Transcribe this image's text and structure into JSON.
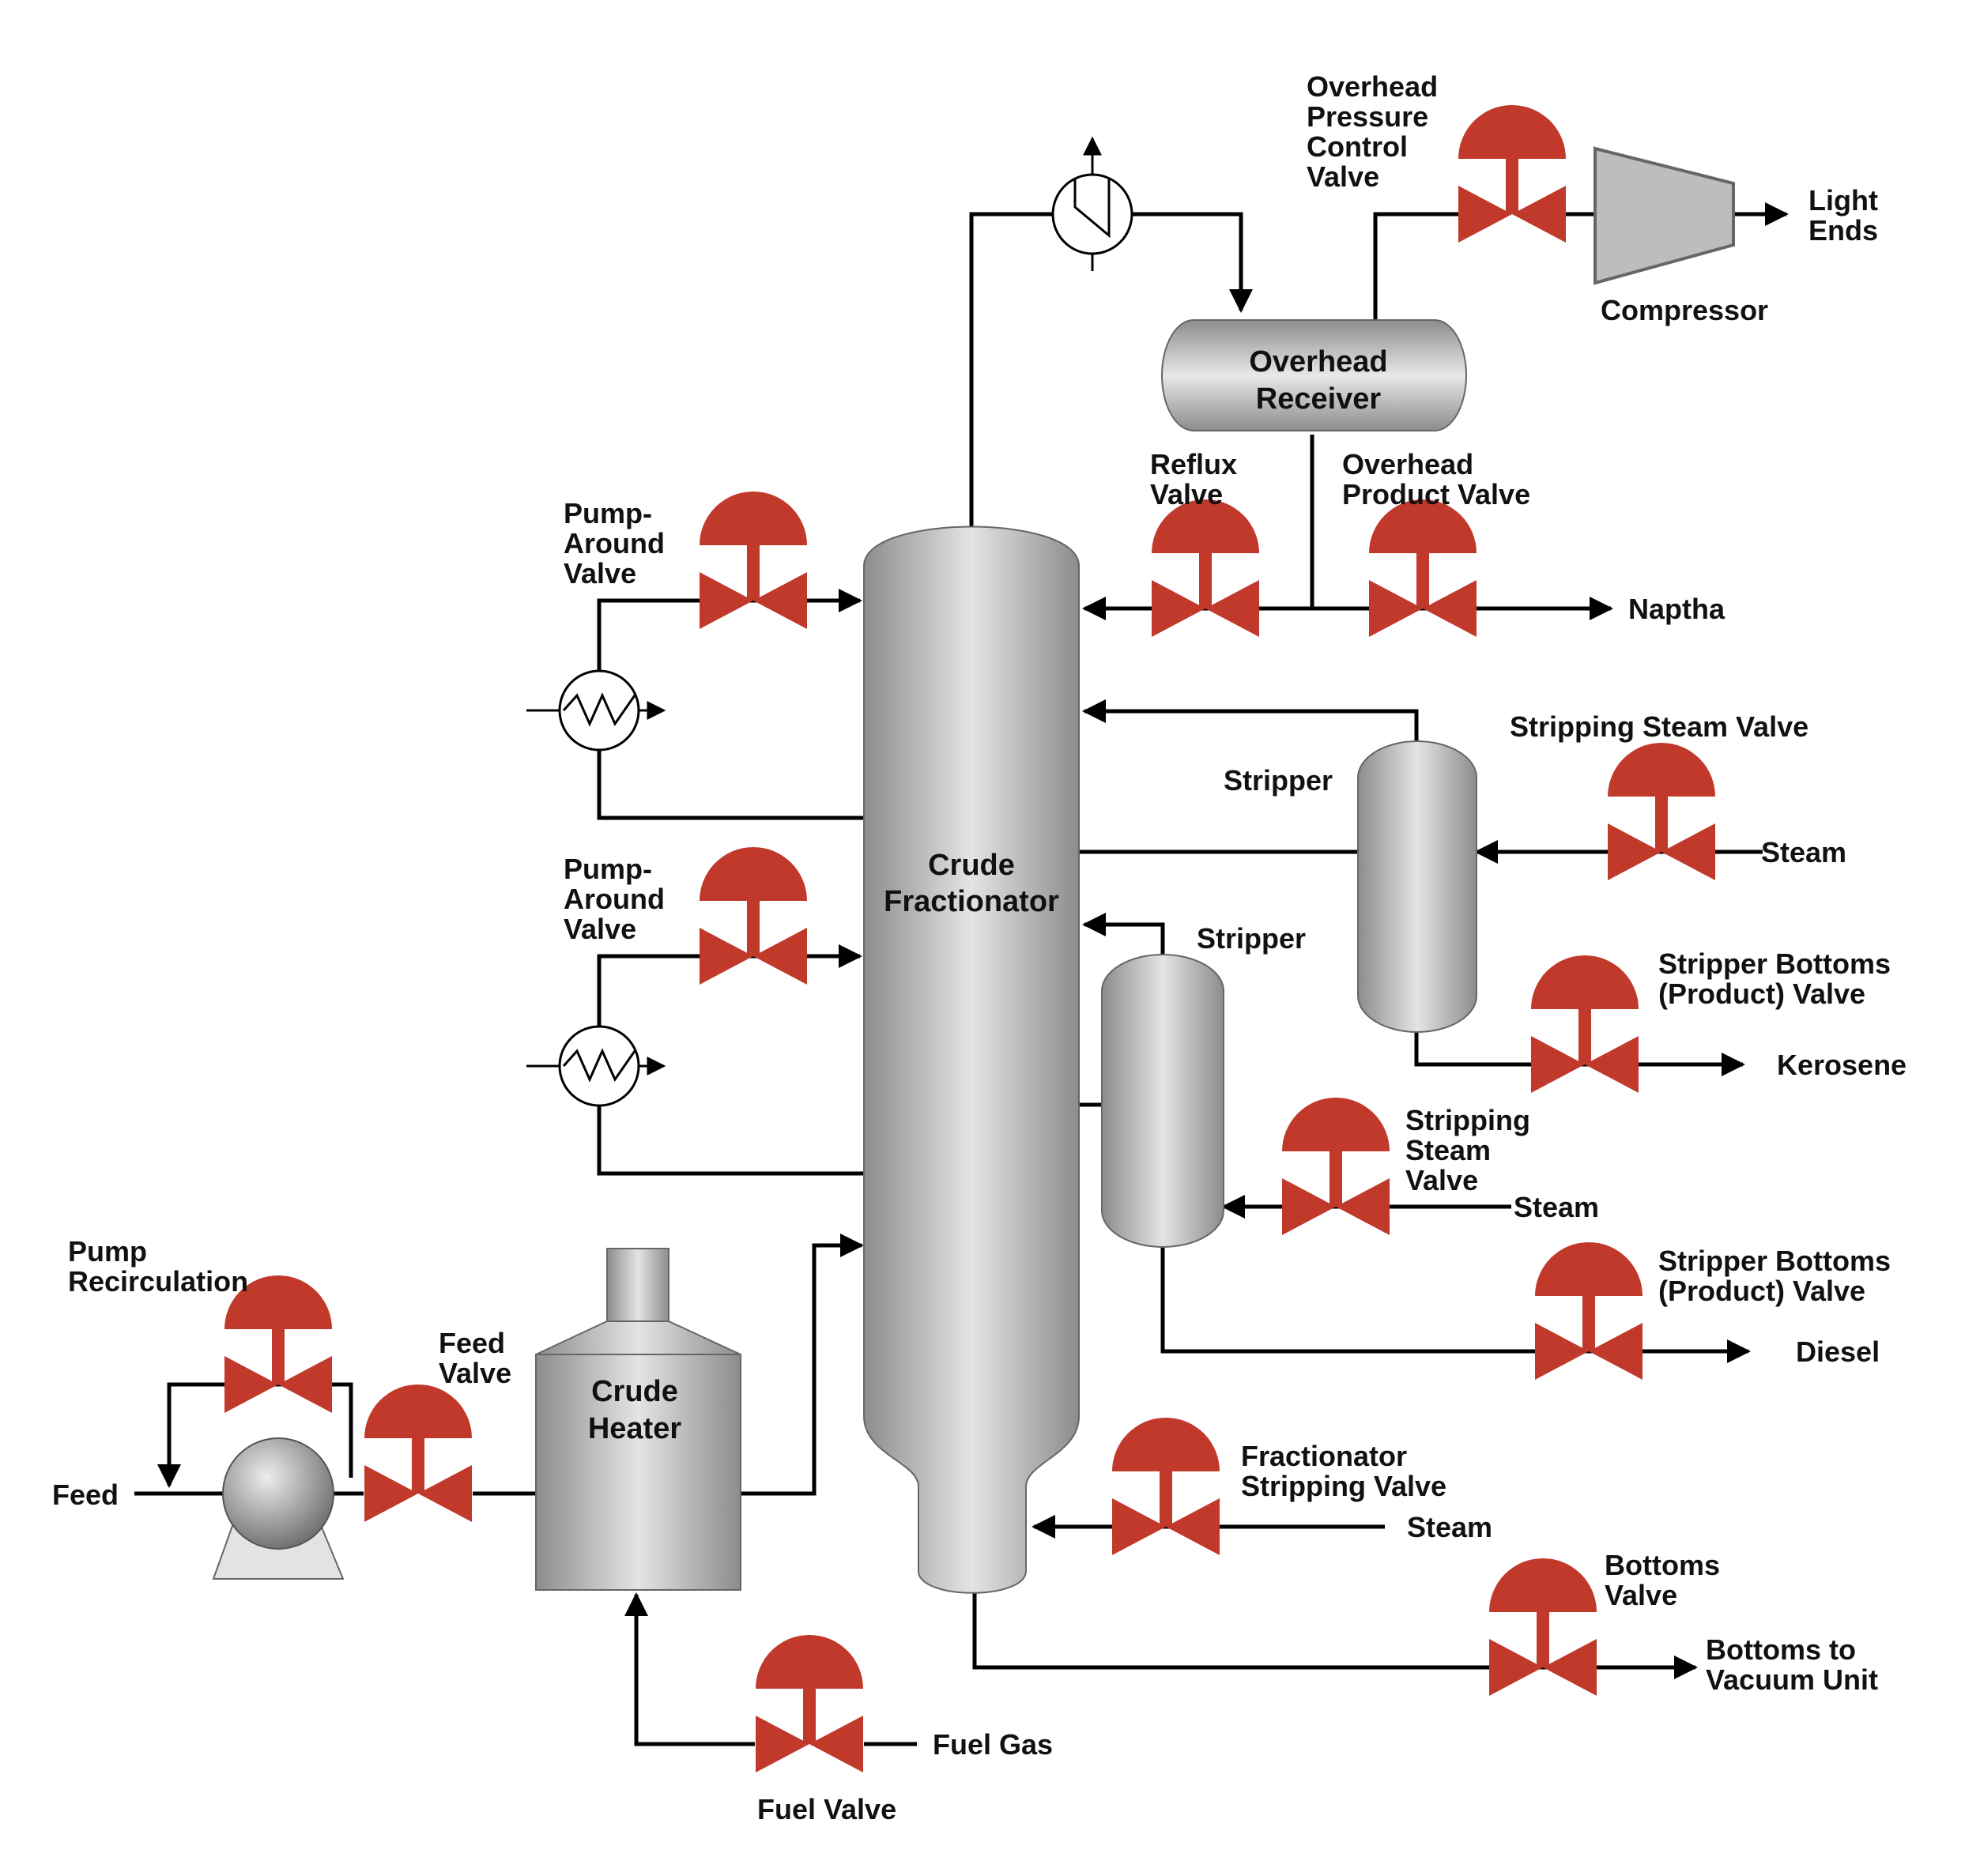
{
  "colors": {
    "valve": "#c1392b",
    "vessel_light": "#e2e2e2",
    "vessel_dark": "#8a8a8a",
    "pipe": "#000000"
  },
  "equipment": {
    "crude_fractionator": [
      "Crude",
      "Fractionator"
    ],
    "overhead_receiver": [
      "Overhead",
      "Receiver"
    ],
    "compressor": "Compressor",
    "crude_heater": [
      "Crude",
      "Heater"
    ],
    "stripper_upper": "Stripper",
    "stripper_lower": "Stripper"
  },
  "valves": {
    "overhead_pressure_control": [
      "Overhead",
      "Pressure",
      "Control",
      "Valve"
    ],
    "reflux": [
      "Reflux",
      "Valve"
    ],
    "overhead_product": [
      "Overhead",
      "Product Valve"
    ],
    "pump_around_upper": [
      "Pump-",
      "Around",
      "Valve"
    ],
    "pump_around_lower": [
      "Pump-",
      "Around",
      "Valve"
    ],
    "stripping_steam_upper": "Stripping Steam Valve",
    "stripper_bottoms_upper": [
      "Stripper Bottoms",
      "(Product) Valve"
    ],
    "stripping_steam_lower": [
      "Stripping",
      "Steam",
      "Valve"
    ],
    "stripper_bottoms_lower": [
      "Stripper Bottoms",
      "(Product) Valve"
    ],
    "pump_recirculation": [
      "Pump",
      "Recirculation"
    ],
    "feed": [
      "Feed",
      "Valve"
    ],
    "fractionator_stripping": [
      "Fractionator",
      "Stripping Valve"
    ],
    "bottoms": [
      "Bottoms",
      "Valve"
    ],
    "fuel": "Fuel Valve"
  },
  "streams": {
    "light_ends": [
      "Light",
      "Ends"
    ],
    "naptha": "Naptha",
    "steam_upper": "Steam",
    "kerosene": "Kerosene",
    "steam_lower": "Steam",
    "diesel": "Diesel",
    "feed": "Feed",
    "steam_bottom": "Steam",
    "bottoms_to_vacuum": [
      "Bottoms to",
      "Vacuum Unit"
    ],
    "fuel_gas": "Fuel Gas"
  }
}
